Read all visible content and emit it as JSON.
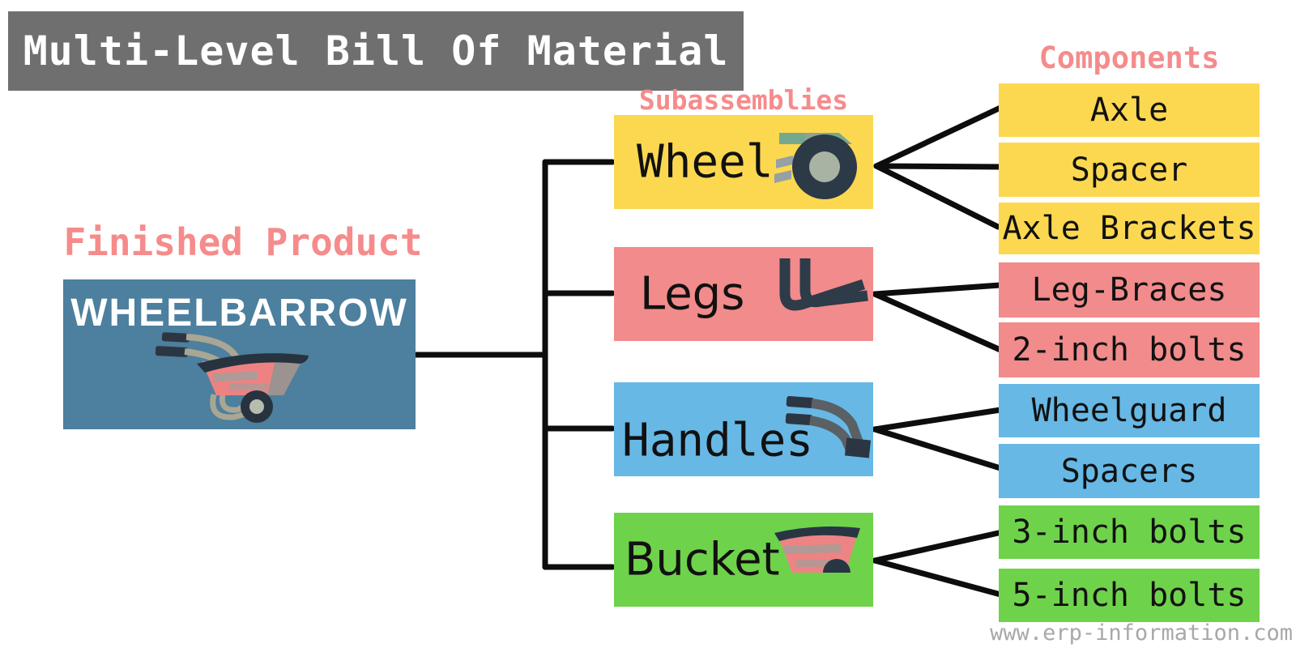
{
  "title": "Multi-Level Bill Of Material",
  "labels": {
    "finished_product": "Finished Product",
    "subassemblies": "Subassemblies",
    "components": "Components"
  },
  "finished_product": {
    "name": "WHEELBARROW",
    "icon": "wheelbarrow-icon",
    "color": "#4d7f9e"
  },
  "subassemblies": [
    {
      "label": "Wheel",
      "icon": "wheel-icon",
      "color": "#fcd850",
      "components": [
        {
          "label": "Axle",
          "color": "#fcd850"
        },
        {
          "label": "Spacer",
          "color": "#fcd850"
        },
        {
          "label": "Axle Brackets",
          "color": "#fcd850"
        }
      ]
    },
    {
      "label": "Legs",
      "icon": "legs-icon",
      "color": "#f28b8b",
      "components": [
        {
          "label": "Leg-Braces",
          "color": "#f28b8b"
        },
        {
          "label": "2-inch bolts",
          "color": "#f28b8b"
        }
      ]
    },
    {
      "label": "Handles",
      "icon": "handles-icon",
      "color": "#67b8e5",
      "components": [
        {
          "label": "Wheelguard",
          "color": "#67b8e5"
        },
        {
          "label": "Spacers",
          "color": "#67b8e5"
        }
      ]
    },
    {
      "label": "Bucket",
      "icon": "bucket-icon",
      "color": "#6fd24b",
      "components": [
        {
          "label": "3-inch bolts",
          "color": "#6fd24b"
        },
        {
          "label": "5-inch bolts",
          "color": "#6fd24b"
        }
      ]
    }
  ],
  "watermark": "www.erp-information.com",
  "colors": {
    "title_bar": "#6f6f6f",
    "title_text": "#ffffff",
    "heading_pink": "#f68b8b",
    "connector": "#0d0d0d",
    "watermark_gray": "#a8a8a8"
  }
}
